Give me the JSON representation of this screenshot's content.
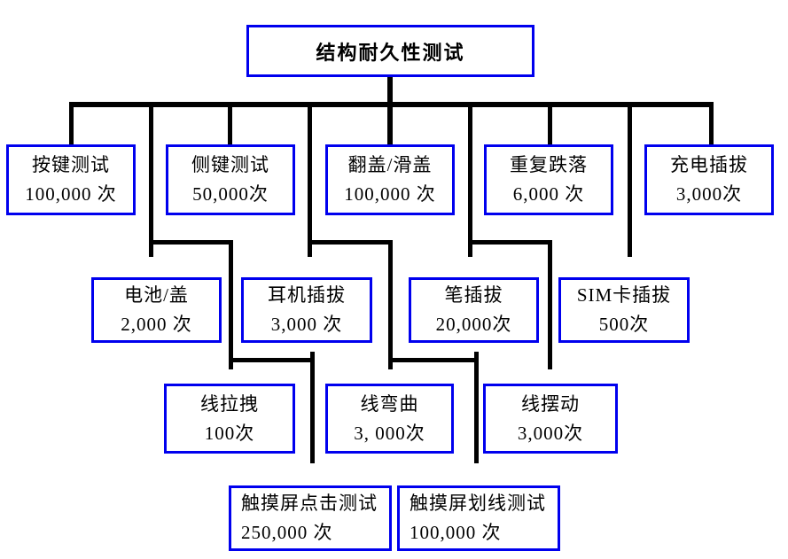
{
  "diagram": {
    "title": "结构耐久性测试",
    "nodes": {
      "key_test": {
        "label": "按键测试",
        "count": "100,000 次"
      },
      "side_key_test": {
        "label": "侧键测试",
        "count": "50,000次"
      },
      "flip_slide": {
        "label": "翻盖/滑盖",
        "count": "100,000 次"
      },
      "repeat_drop": {
        "label": "重复跌落",
        "count": "6,000 次"
      },
      "charge_plug": {
        "label": "充电插拔",
        "count": "3,000次"
      },
      "battery_cover": {
        "label": "电池/盖",
        "count": "2,000 次"
      },
      "earphone_plug": {
        "label": "耳机插拔",
        "count": "3,000 次"
      },
      "stylus_plug": {
        "label": "笔插拔",
        "count": "20,000次"
      },
      "sim_plug": {
        "label": "SIM卡插拔",
        "count": "500次"
      },
      "cable_pull": {
        "label": "线拉拽",
        "count": "100次"
      },
      "cable_bend": {
        "label": "线弯曲",
        "count": "3, 000次"
      },
      "cable_swing": {
        "label": "线摆动",
        "count": "3,000次"
      },
      "touch_click": {
        "label": "触摸屏点击测试",
        "count": "250,000 次"
      },
      "touch_draw": {
        "label": "触摸屏划线测试",
        "count": "100,000 次"
      }
    }
  },
  "colors": {
    "box_border": "#0000ee",
    "line": "#000000",
    "text": "#000000",
    "background": "#ffffff"
  }
}
